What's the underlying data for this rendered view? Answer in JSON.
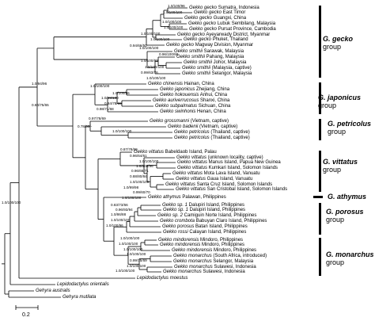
{
  "taxa": [
    {
      "species": "Gekko gecko",
      "locality": "Sumatra, Indonesia"
    },
    {
      "species": "Gekko gecko",
      "locality": "East Timor"
    },
    {
      "species": "Gekko gecko",
      "locality": "Guangxi, China"
    },
    {
      "species": "Gekko gecko",
      "locality": "Lubuk Sembilang, Malaysia"
    },
    {
      "species": "Gekko gecko",
      "locality": "Pursat Province, Cambodia"
    },
    {
      "species": "Gekko gecko",
      "locality": "Ayeyarwady District, Myanmar"
    },
    {
      "species": "Gekko gecko",
      "locality": "Phuket, Thailand"
    },
    {
      "species": "Gekko gecko",
      "locality": "Magway Division, Myanmar"
    },
    {
      "species": "Gekko smithii",
      "locality": "Sarawak, Malaysia"
    },
    {
      "species": "Gekko smithii",
      "locality": "Pahang, Malaysia"
    },
    {
      "species": "Gekko smithii",
      "locality": "Johor, Malaysia"
    },
    {
      "species": "Gekko smithii",
      "locality": "(Malaysia, captive)"
    },
    {
      "species": "Gekko smithii",
      "locality": "Selangor, Malaysia"
    },
    {
      "species": "Gekko chinensis",
      "locality": "Hainan, China"
    },
    {
      "species": "Gekko japonicus",
      "locality": "Zhejiang, China"
    },
    {
      "species": "Gekko hokouensis",
      "locality": "Anhui, China"
    },
    {
      "species": "Gekko auriverrucosus",
      "locality": "Shanxi, China"
    },
    {
      "species": "Gekko subpalmatus",
      "locality": "Sichuan, China"
    },
    {
      "species": "Gekko swinhonis",
      "locality": "Henan, China"
    },
    {
      "species": "Gekko grossmanni",
      "locality": "(Vietnam, captive)"
    },
    {
      "species": "Gekko badenii",
      "locality": "(Vietnam, captive)"
    },
    {
      "species": "Gekko petricolus",
      "locality": "(Thailand, captive)"
    },
    {
      "species": "Gekko petricolus",
      "locality": "(Thailand, captive)"
    },
    {
      "species": "Gekko vittatus",
      "locality": "Babeldaob Island, Palau"
    },
    {
      "species": "Gekko vittatus",
      "locality": "(unknown locality, captive)"
    },
    {
      "species": "Gekko vittatus",
      "locality": "Manus Island, Papua New Guinea"
    },
    {
      "species": "Gekko vittatus",
      "locality": "Kumkari Island, Solomon Islands"
    },
    {
      "species": "Gekko vittatus",
      "locality": "Mota Lava Island, Vanuatu"
    },
    {
      "species": "Gekko vittatus",
      "locality": "Gaua Island, Vanuatu"
    },
    {
      "species": "Gekko vittatus",
      "locality": "Santa Cruz Island, Solomon Islands"
    },
    {
      "species": "Gekko vittatus",
      "locality": "San Cristobal Island, Solomon Islands"
    },
    {
      "species": "Gekko athymus",
      "locality": "Palawan, Philippines"
    },
    {
      "species": "Gekko sp. 1",
      "locality": "Dalupiri Island, Philippines"
    },
    {
      "species": "Gekko sp. 1",
      "locality": "Dalupiri Island, Philippines"
    },
    {
      "species": "Gekko sp. 2",
      "locality": "Camiguin Norte Island, Philippines"
    },
    {
      "species": "Gekko crombota",
      "locality": "Babuyan Claro Island, Philippines"
    },
    {
      "species": "Gekko porosus",
      "locality": "Batan Island, Philippines"
    },
    {
      "species": "Gekko rossi",
      "locality": "Calayan Island, Philippines"
    },
    {
      "species": "Gekko mindorensis",
      "locality": "Mindoro, Philippines"
    },
    {
      "species": "Gekko mindorensis",
      "locality": "Mindoro, Philippines"
    },
    {
      "species": "Gekko mindorensis",
      "locality": "Mindoro, Philippines"
    },
    {
      "species": "Gekko monarchus",
      "locality": "(South Africa, introduced)"
    },
    {
      "species": "Gekko monarchus",
      "locality": "Selangor, Malaysia"
    },
    {
      "species": "Gekko monarchus",
      "locality": "Sulawesi, Indonesia"
    },
    {
      "species": "Gekko monarchus",
      "locality": "Sulawesi, Indonesia"
    },
    {
      "species": "Lepidodactylus moestus",
      "locality": ""
    },
    {
      "species": "Lepidodactylus orientalis",
      "locality": ""
    },
    {
      "species": "Gehyra australis",
      "locality": ""
    },
    {
      "species": "Gehyra mutilata",
      "locality": ""
    }
  ],
  "support_labels": [
    "1.0/100/96",
    "1.0/100/100",
    "1.0/100/100",
    "1.0/100/100",
    "1.0/100/100",
    "1.0/100/100",
    "0.94/66/50",
    "1.0/100/100",
    "0.96/100/98",
    "1.0/100/99",
    "1.0/100/100",
    "0.99/63/76",
    "1.0/100/100",
    "1.0/94/96",
    "1.0/100/100",
    "0.84/75/65",
    "0.78/50/-",
    "1.0/100/86",
    "1.0/99/100",
    "0.84/78/69",
    "0.98/71/68",
    "0.97/78/69",
    "1.0/100/100",
    "0.87/78/69",
    "0.96/64/61",
    "1.0/100/100",
    "1.0/100/96",
    "0.96/66/71",
    "0.88/80/84",
    "1.0/100/100",
    "1.0/99/98",
    "0.99/60/70",
    "1.0/100/100",
    "0.83/73/66",
    "0.96/93/94",
    "1.0/86/88",
    "1.0/100/100",
    "1.0/100/96",
    "1.0/100/100",
    "1.0/100/100",
    "1.0/100/100",
    "1.0/100/100",
    "0.99/75/69",
    "1.0/100/100",
    "1.0/100/100",
    "1.0/100/100"
  ],
  "groups": [
    {
      "name": "G. gecko",
      "suffix": "group"
    },
    {
      "name": "G. japonicus",
      "suffix": "group"
    },
    {
      "name": "G. petricolus",
      "suffix": "group"
    },
    {
      "name": "G. vittatus",
      "suffix": "group"
    },
    {
      "name": "G. athymus",
      "suffix": ""
    },
    {
      "name": "G. porosus",
      "suffix": "group"
    },
    {
      "name": "G. monarchus",
      "suffix": "group"
    }
  ],
  "scale_bar": {
    "label": "0.2"
  }
}
